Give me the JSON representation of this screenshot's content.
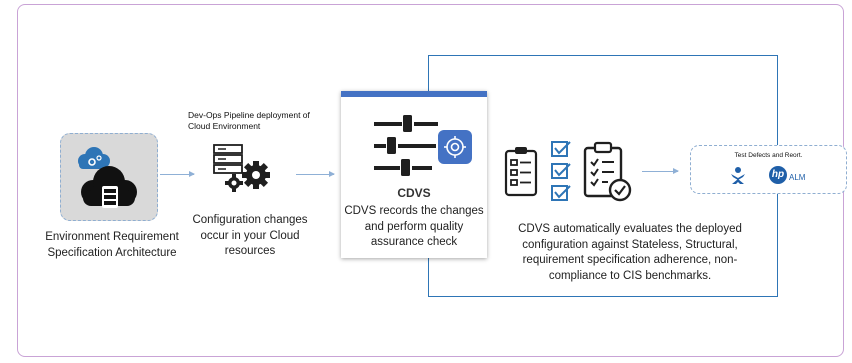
{
  "env": {
    "label_line1": "Environment Requirement",
    "label_line2": "Specification Architecture"
  },
  "pipeline": {
    "title_line1": "Dev-Ops Pipeline deployment of",
    "title_line2": "Cloud Environment",
    "caption_line1": "Configuration changes",
    "caption_line2": "occur in your Cloud",
    "caption_line3": "resources"
  },
  "cdvs": {
    "title": "CDVS",
    "caption_line1": "CDVS records the changes",
    "caption_line2": "and perform quality",
    "caption_line3": "assurance check"
  },
  "evaluation": {
    "caption_line1": "CDVS automatically evaluates the deployed",
    "caption_line2": "configuration against Stateless, Structural,",
    "caption_line3": "requirement specification adherence,  non-",
    "caption_line4": "compliance to CIS benchmarks."
  },
  "output": {
    "title": "Test Defects and Reort.",
    "alm_brand": "hp",
    "alm_text": "ALM"
  },
  "colors": {
    "accent": "#4472c4",
    "icon_dark": "#1f1f1f",
    "check_blue": "#2e75b6",
    "arrow": "#8fb0d6"
  },
  "icons": [
    "cloud-settings-icon",
    "server-gears-icon",
    "sliders-gear-icon",
    "checklist-icon",
    "checkboxes-icon",
    "clipboard-check-icon",
    "atlassian-icon",
    "hp-alm-logo"
  ]
}
